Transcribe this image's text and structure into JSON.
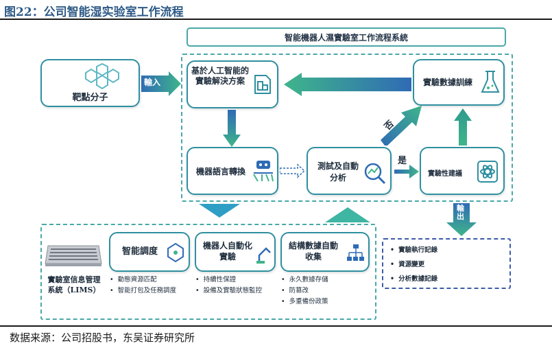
{
  "figure_title": "图22：公司智能湿实验室工作流程",
  "banner_title": "智能機器人濕實驗室工作流程系統",
  "nodes": {
    "molecule": "靶點分子",
    "ai_plan": "基於人工智能的實驗解決方案",
    "data_training": "實驗數據訓練",
    "machine_language": "機器語言轉換",
    "test_analysis": "測試及自動分析",
    "suggestion": "實驗性建議"
  },
  "arrows": {
    "input": "輸入",
    "no": "否",
    "yes": "是",
    "output": "輸出"
  },
  "lims": {
    "label": "實驗室信息管理系統（LIMS）",
    "modules": [
      {
        "title": "智能調度",
        "bullets": [
          "動態資源匹配",
          "智能打包及任務調度"
        ]
      },
      {
        "title": "機器人自動化實驗",
        "bullets": [
          "持續性保證",
          "設備及實驗狀態監控"
        ]
      },
      {
        "title": "結構數據自動收集",
        "bullets": [
          "永久數據存儲",
          "防篡改",
          "多重備份政策"
        ]
      }
    ]
  },
  "outputs": [
    "實驗執行記錄",
    "資源變更",
    "分析數據記錄"
  ],
  "source_note": "数据来源：公司招股书，东吴证券研究所",
  "colors": {
    "teal": "#2e8fa0",
    "green": "#3fb58a",
    "blue": "#3b5ba8",
    "title_blue": "#2e5a87"
  }
}
